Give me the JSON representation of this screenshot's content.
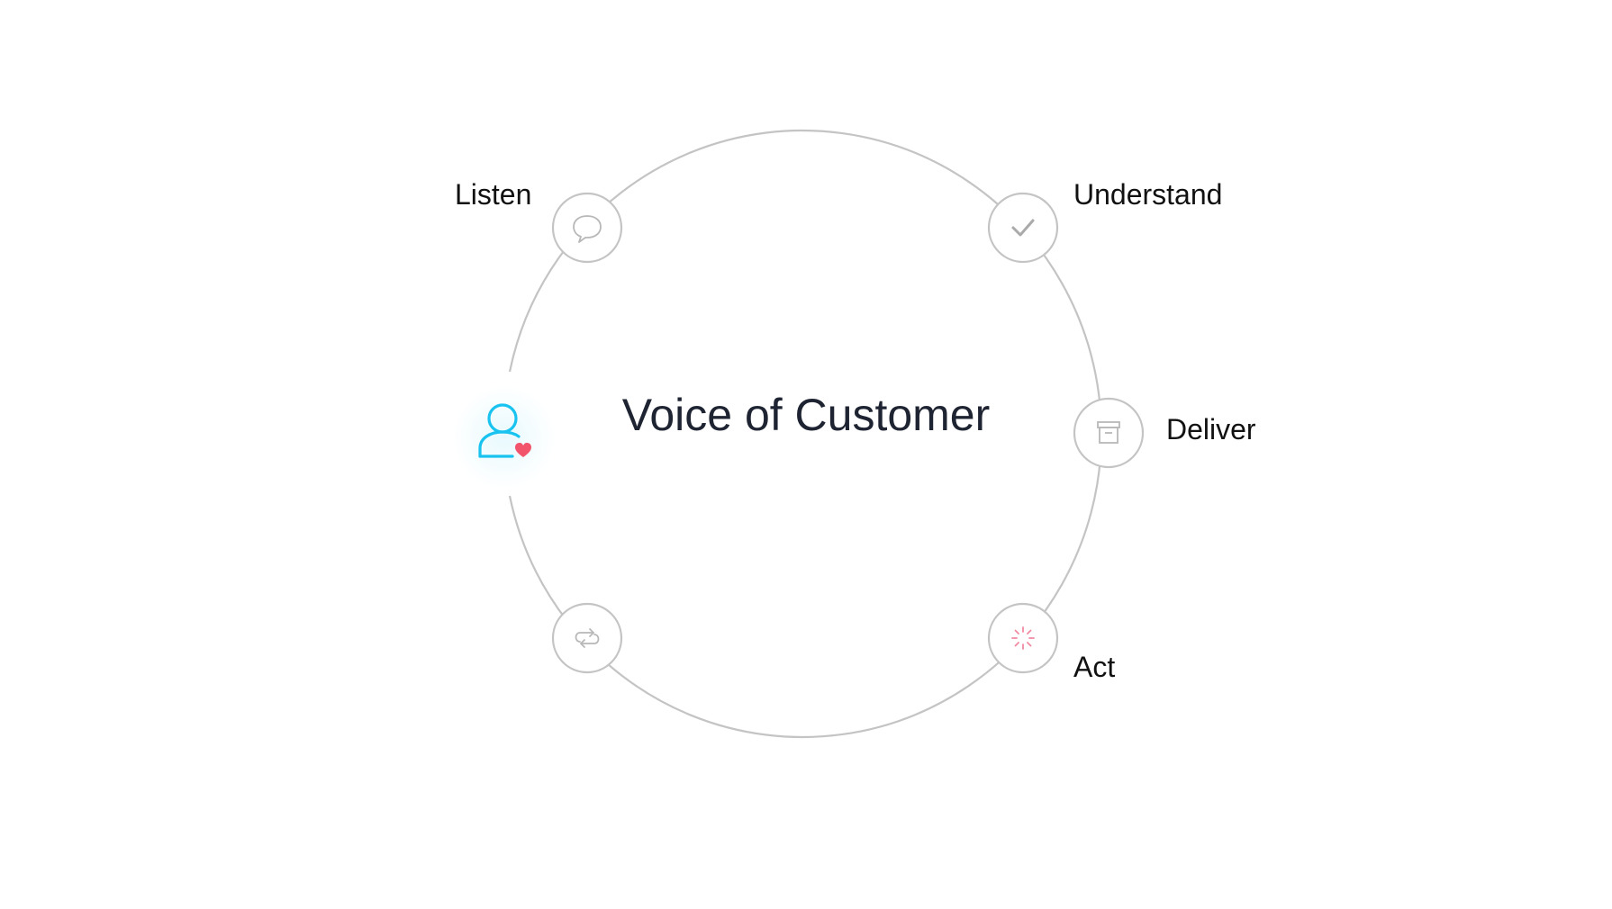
{
  "diagram": {
    "title": "Voice of Customer",
    "stages": [
      {
        "label": "Listen",
        "icon": "speech-bubble-icon"
      },
      {
        "label": "Understand",
        "icon": "checkmark-icon"
      },
      {
        "label": "Deliver",
        "icon": "archive-box-icon"
      },
      {
        "label": "Act",
        "icon": "loading-spinner-icon"
      },
      {
        "label": "",
        "icon": "repeat-arrows-icon"
      }
    ],
    "active_node": {
      "icon": "customer-heart-icon"
    },
    "colors": {
      "ring": "#c4c4c4",
      "icon": "#b8b8b8",
      "customer": "#18c3f0",
      "heart": "#f2546b",
      "spinner": "#f08aa0",
      "title": "#1f2433",
      "label": "#111111"
    }
  }
}
